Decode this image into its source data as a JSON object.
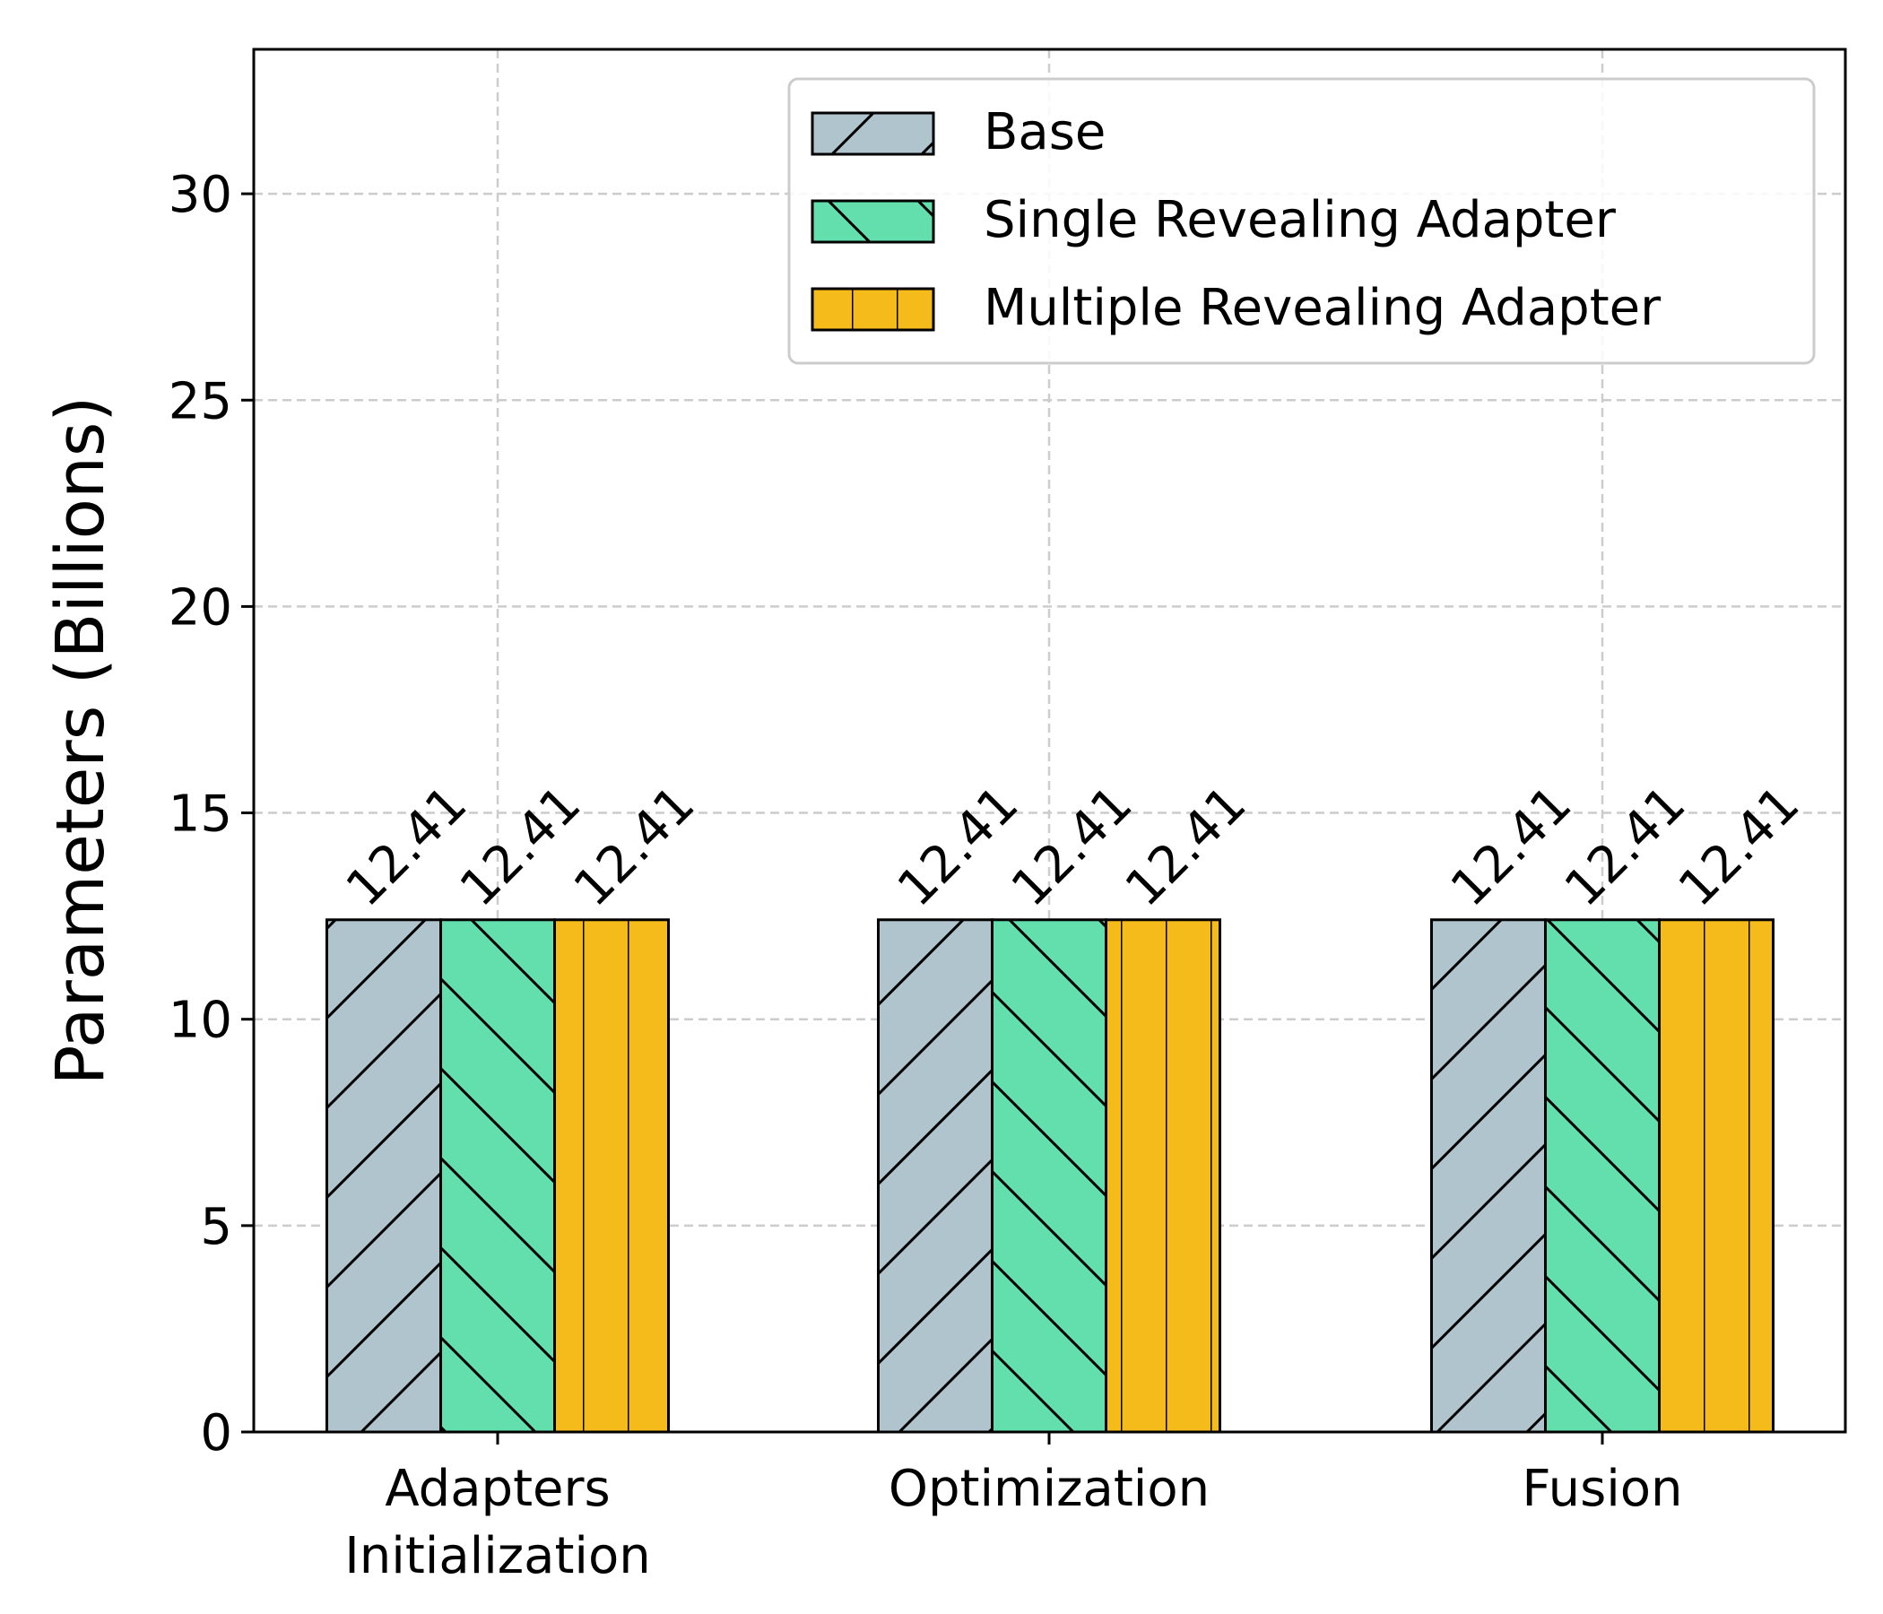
{
  "chart_data": {
    "type": "bar",
    "title": "",
    "xlabel": "",
    "ylabel": "Parameters (Billions)",
    "ylim": [
      0,
      33.5
    ],
    "yticks": [
      0,
      5,
      10,
      15,
      20,
      25,
      30
    ],
    "grid": true,
    "legend_position": "top-right",
    "categories": [
      [
        "Adapters",
        "Initialization"
      ],
      [
        "Optimization"
      ],
      [
        "Fusion"
      ]
    ],
    "series": [
      {
        "name": "Base",
        "color": "#b0c4ce",
        "hatch": "forward-diagonal",
        "values": [
          12.41,
          12.41,
          12.41
        ],
        "labels": [
          "12.41",
          "12.41",
          "12.41"
        ]
      },
      {
        "name": "Single Revealing Adapter",
        "color": "#63dfad",
        "hatch": "back-diagonal",
        "values": [
          12.41,
          12.41,
          12.41
        ],
        "labels": [
          "12.41",
          "12.41",
          "12.41"
        ]
      },
      {
        "name": "Multiple Revealing Adapter",
        "color": "#f4bb1b",
        "hatch": "vertical",
        "values": [
          12.41,
          12.41,
          12.41
        ],
        "labels": [
          "12.41",
          "12.41",
          "12.41"
        ]
      }
    ]
  }
}
